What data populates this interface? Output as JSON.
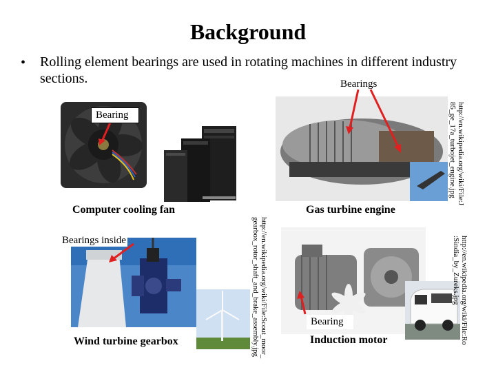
{
  "slide": {
    "title": "Background",
    "bullet": "Rolling element bearings are used in rotating machines in different industry sections."
  },
  "panels": {
    "fan": {
      "callout": "Bearing",
      "caption": "Computer cooling fan"
    },
    "turbine": {
      "callout": "Bearings",
      "caption": "Gas turbine engine",
      "url": "http://en.wikipedia.org/wiki/File:J\n85_ge_17a_turbojet_engine.jpg"
    },
    "wind": {
      "callout": "Bearings inside",
      "caption": "Wind turbine gearbox",
      "url": "http://en.wikipedia.org/wiki/File:Scout_moor_\ngearbox_rotor_shaft_and_brake_assembly.jpg"
    },
    "motor": {
      "callout": "Bearing",
      "caption": "Induction motor",
      "url": "http://en.wikipedia.org/wiki/File:Ro\n:Sindia_by_Zureks.jpg"
    }
  },
  "colors": {
    "arrow": "#e02020",
    "sky": "#6a9fd6"
  }
}
